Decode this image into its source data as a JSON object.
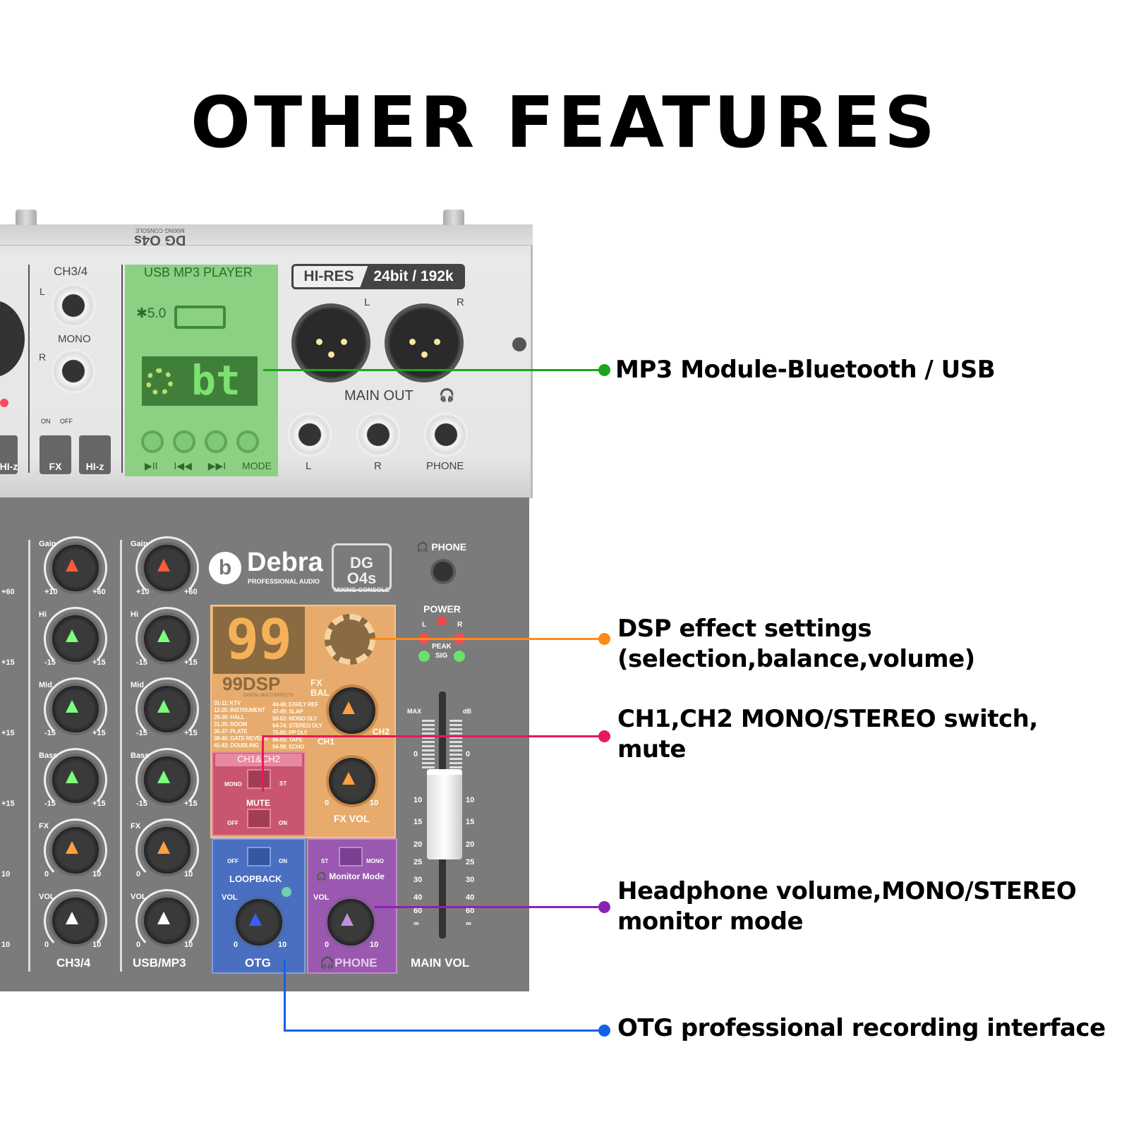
{
  "title": "OTHER FEATURES",
  "colors": {
    "mp3": "#1aa51a",
    "dsp": "#ff8a1a",
    "switch": "#e8195a",
    "headphone": "#8a22b0",
    "otg": "#1560e8"
  },
  "callouts": {
    "mp3": {
      "line1": "MP3 Module-Bluetooth / USB"
    },
    "dsp": {
      "line1": "DSP  effect settings",
      "line2": "(selection,balance,volume)"
    },
    "switch": {
      "line1": "CH1,CH2 MONO/STEREO switch,",
      "line2": "mute"
    },
    "headphone": {
      "line1": "Headphone volume,MONO/STEREO",
      "line2": "monitor mode"
    },
    "otg": {
      "line1": "OTG professional recording interface"
    }
  },
  "top_panel": {
    "model": "DG O4s",
    "model_sub": "MIXING CONSOLE",
    "ch34": "CH3/4",
    "l": "L",
    "r": "R",
    "mono": "MONO",
    "on": "ON",
    "off": "OFF",
    "fx": "FX",
    "hiz": "HI-z",
    "hiz_cut": "HI-z",
    "mp3_title": "USB MP3 PLAYER",
    "bt_version": "5.0",
    "display": "bt",
    "buttons": [
      "▶II",
      "I◀◀",
      "▶▶I",
      "MODE"
    ],
    "hires": "HI-RES",
    "hires_spec": "24bit / 192k",
    "xlr_l": "L",
    "xlr_r": "R",
    "main_out": "MAIN OUT",
    "out_l": "L",
    "out_r": "R",
    "phone": "PHONE"
  },
  "bottom_panel": {
    "brand": "Debra",
    "brand_sub": "PROFESSIONAL AUDIO",
    "model": "DG O4s",
    "model_sub": "MIXING CONSOLE",
    "phone": "PHONE",
    "power": "POWER",
    "peak": "PEAK",
    "sig": "SIG",
    "l": "L",
    "r": "R",
    "channels": [
      {
        "name": "CH3/4",
        "rows": [
          [
            "Gain",
            "+10",
            "+60"
          ],
          [
            "Hi",
            "-15",
            "+15"
          ],
          [
            "Mid",
            "-15",
            "+15"
          ],
          [
            "Bass",
            "-15",
            "+15"
          ],
          [
            "FX",
            "0",
            "10"
          ],
          [
            "VOL",
            "0",
            "10"
          ]
        ]
      },
      {
        "name": "USB/MP3",
        "rows": [
          [
            "Gain",
            "+10",
            "+60"
          ],
          [
            "Hi",
            "-15",
            "+15"
          ],
          [
            "Mid",
            "-15",
            "+15"
          ],
          [
            "Bass",
            "-15",
            "+15"
          ],
          [
            "FX",
            "0",
            "10"
          ],
          [
            "VOL",
            "0",
            "10"
          ]
        ]
      }
    ],
    "left_edge": [
      "+60",
      "+15",
      "+15",
      "+15",
      "10",
      "10"
    ],
    "dsp": {
      "display": "99",
      "logo": "99DSP",
      "logo_sub": "DIGITAL MULTI EFFECTS",
      "fx_bal": "FX BAL",
      "ch1": "CH1",
      "ch2": "CH2",
      "fx_vol": "FX VOL",
      "zero": "0",
      "ten": "10",
      "list_left": [
        "01-11: KTV",
        "12-25: INSTRUMENT",
        "26-30: HALL",
        "31-35: ROOM",
        "36-37: PLATE",
        "38-40: GATE REVERB",
        "41-43: DOUBLING"
      ],
      "list_right": [
        "44-46: EARLY REF",
        "47-49: SLAP",
        "50-63: MONO DLY",
        "64-74: STEREO DLY",
        "75-85: PP DLY",
        "86-93: TAPE",
        "94-99: ECHO"
      ]
    },
    "ch12": {
      "title": "CH1&CH2",
      "mono": "MONO",
      "st": "ST",
      "mute": "MUTE",
      "off": "OFF",
      "on": "ON"
    },
    "otg": {
      "off": "OFF",
      "on": "ON",
      "loopback": "LOOPBACK",
      "vol": "VOL",
      "zero": "0",
      "ten": "10",
      "name": "OTG"
    },
    "monitor": {
      "st": "ST",
      "mono": "MONO",
      "mode": "Monitor Mode",
      "vol": "VOL",
      "zero": "0",
      "ten": "10",
      "name": "PHONE"
    },
    "fader": {
      "max": "MAX",
      "db": "dB",
      "scale": [
        "0",
        "10",
        "15",
        "20",
        "25",
        "30",
        "40",
        "60",
        "∞"
      ],
      "name": "MAIN VOL"
    }
  }
}
